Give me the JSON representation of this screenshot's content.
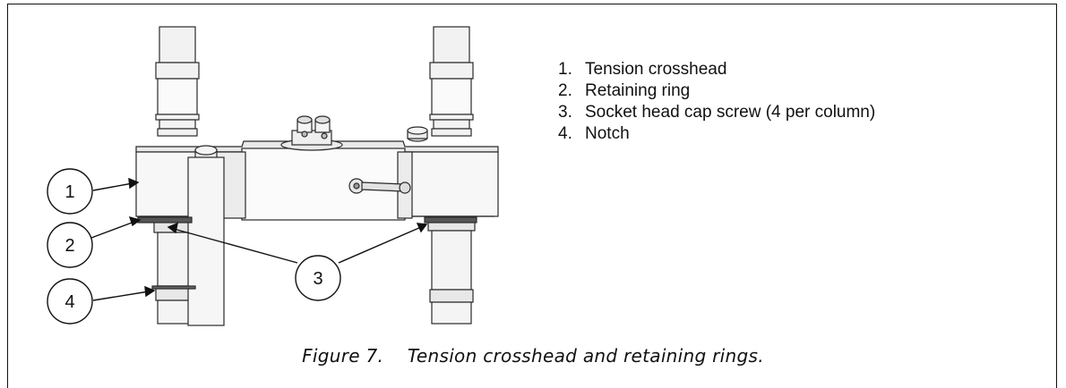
{
  "callouts": [
    {
      "number": "1",
      "target": "Tension crosshead"
    },
    {
      "number": "2",
      "target": "Retaining ring"
    },
    {
      "number": "3",
      "target": "Socket head cap screw"
    },
    {
      "number": "4",
      "target": "Notch"
    }
  ],
  "legend": [
    {
      "num": "1.",
      "text": "Tension crosshead"
    },
    {
      "num": "2.",
      "text": "Retaining ring"
    },
    {
      "num": "3.",
      "text": "Socket head cap screw (4 per column)"
    },
    {
      "num": "4.",
      "text": "Notch"
    }
  ],
  "caption": {
    "label": "Figure 7.",
    "title": "Tension crosshead and retaining rings."
  }
}
